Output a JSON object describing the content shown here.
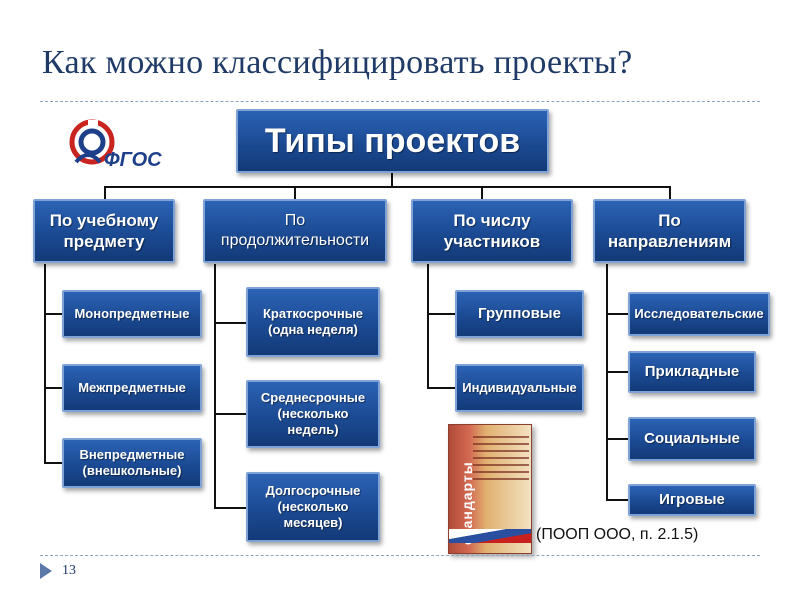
{
  "slide": {
    "title": "Как можно классифицировать проекты?",
    "page_number": "13",
    "caption": "(ПООП ООО, п. 2.1.5)"
  },
  "logo": {
    "text": "ФГОС"
  },
  "book": {
    "spine_text": "стандарты"
  },
  "root": {
    "label": "Типы проектов"
  },
  "categories": [
    {
      "label": "По учебному предмету",
      "children": [
        "Монопредметные",
        "Межпредметные",
        "Внепредметные (внешкольные)"
      ]
    },
    {
      "label": "По продолжительности",
      "children": [
        "Краткосрочные (одна неделя)",
        "Среднесрочные (несколько недель)",
        "Долгосрочные (несколько месяцев)"
      ]
    },
    {
      "label": "По числу участников",
      "children": [
        "Групповые",
        "Индивидуальные"
      ]
    },
    {
      "label": "По направлениям",
      "children": [
        "Исследовательские",
        "Прикладные",
        "Социальные",
        "Игровые"
      ]
    }
  ],
  "colors": {
    "box_fill": "#1b4a93",
    "box_border": "#7fa3d6",
    "title": "#1f3a67"
  }
}
